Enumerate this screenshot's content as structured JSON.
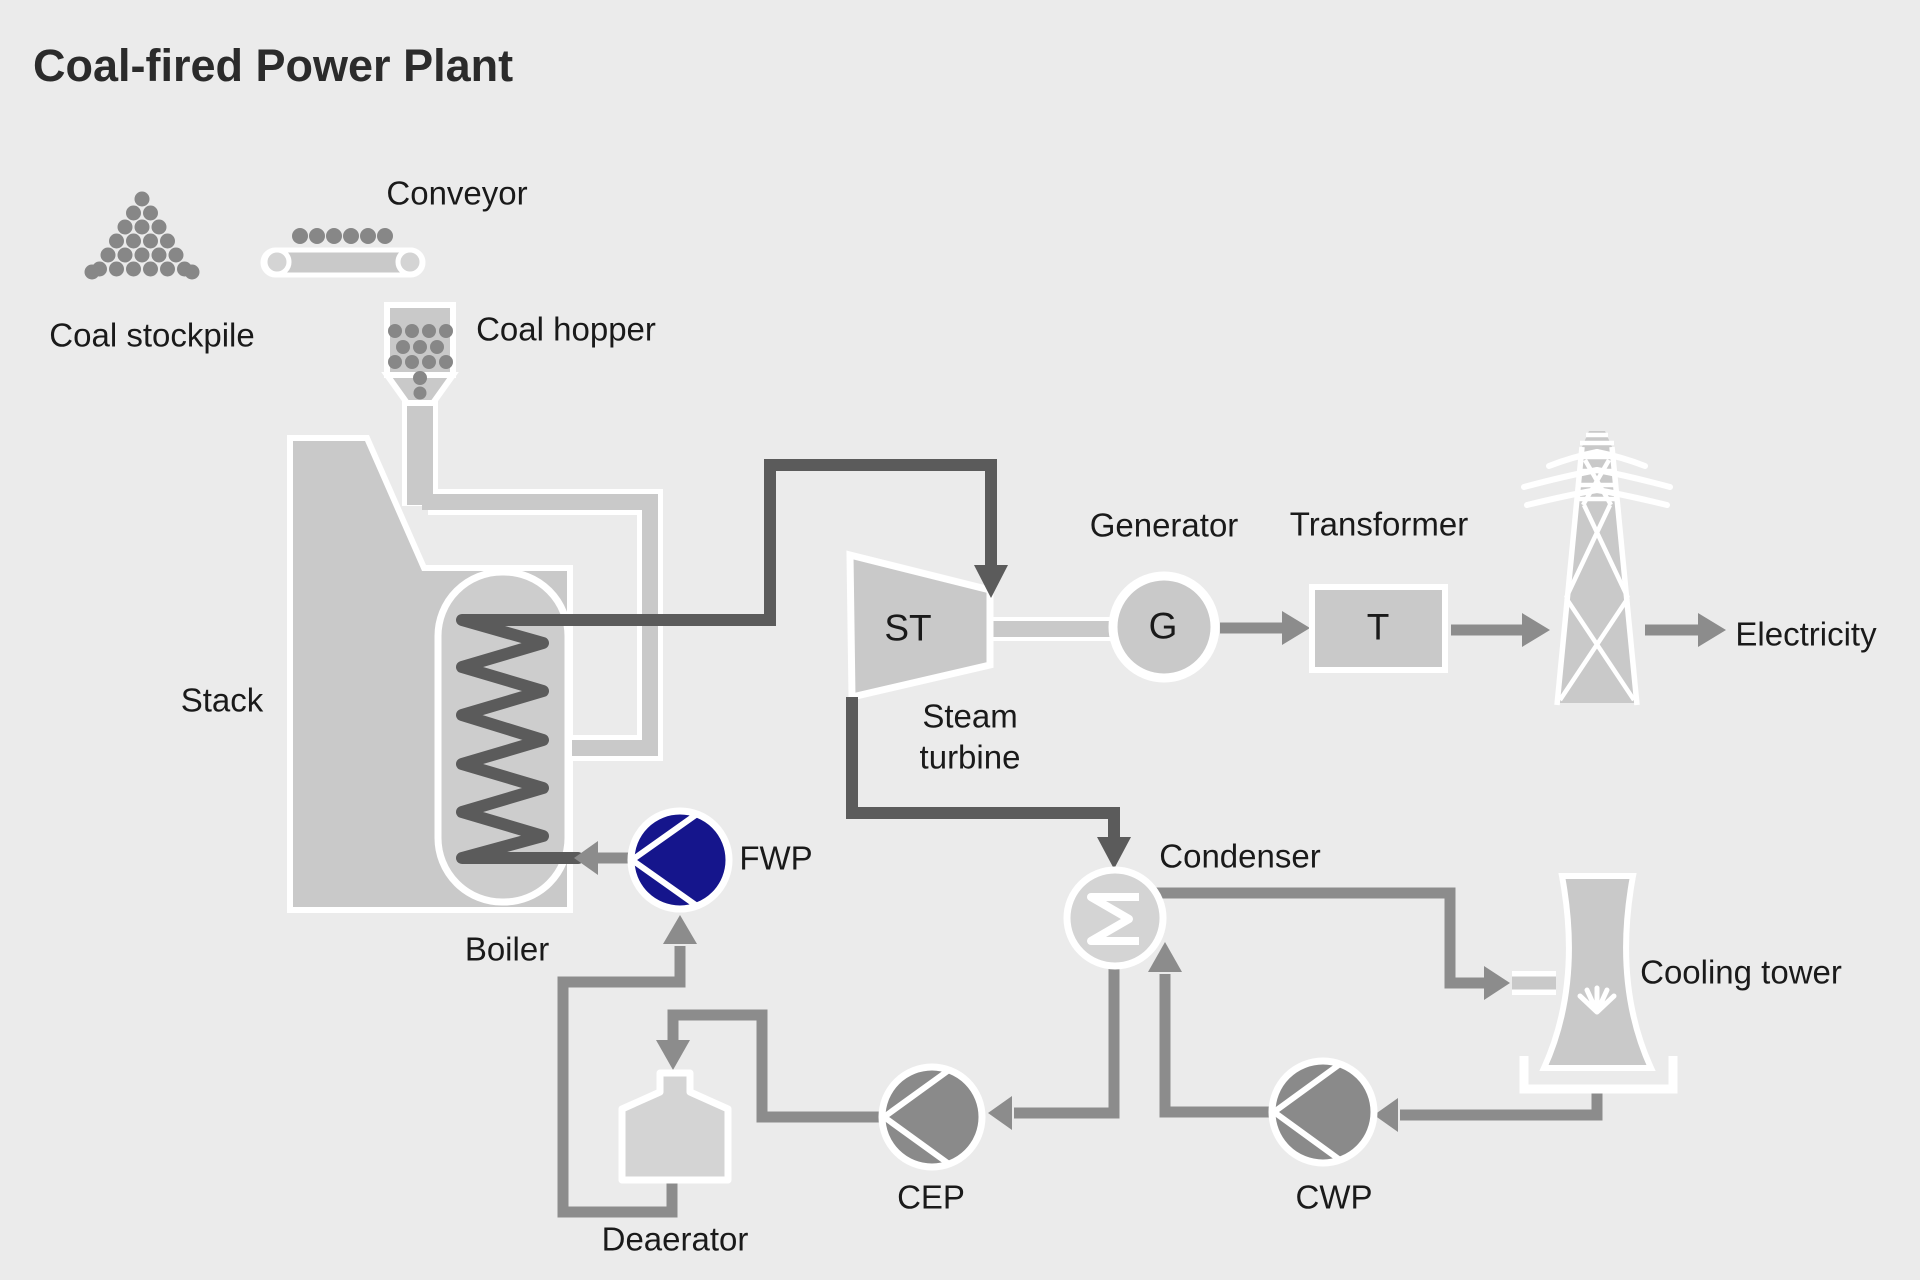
{
  "title": "Coal-fired Power Plant",
  "labels": {
    "coal_stockpile": "Coal stockpile",
    "conveyor": "Conveyor",
    "coal_hopper": "Coal hopper",
    "stack": "Stack",
    "boiler": "Boiler",
    "steam_turbine_line1": "Steam",
    "steam_turbine_line2": "turbine",
    "generator": "Generator",
    "transformer": "Transformer",
    "electricity": "Electricity",
    "fwp": "FWP",
    "condenser": "Condenser",
    "cooling_tower": "Cooling tower",
    "cep": "CEP",
    "cwp": "CWP",
    "deaerator": "Deaerator",
    "steam_turbine_symbol": "ST",
    "generator_symbol": "G",
    "transformer_symbol": "T"
  },
  "icons": [
    "coal-stockpile-icon",
    "conveyor-icon",
    "coal-hopper-icon",
    "stack-icon",
    "boiler-icon",
    "steam-turbine-icon",
    "generator-icon",
    "transformer-icon",
    "transmission-tower-icon",
    "fwp-pump-icon",
    "condenser-icon",
    "cooling-tower-icon",
    "cep-pump-icon",
    "cwp-pump-icon",
    "deaerator-icon"
  ],
  "colors": {
    "background": "#ebebeb",
    "shape_light": "#c9c9c9",
    "shape_lighter": "#d4d4d4",
    "boiler_fill": "#cdcdcd",
    "stroke_white": "#ffffff",
    "line_dark": "#5b5b5b",
    "line_medium": "#8c8c8c",
    "coal_gray": "#878787",
    "pump_gray": "#8a8a8a",
    "pump_blue": "#15158c",
    "text_color": "#1a1a1a",
    "title_color": "#2b2b2b"
  }
}
